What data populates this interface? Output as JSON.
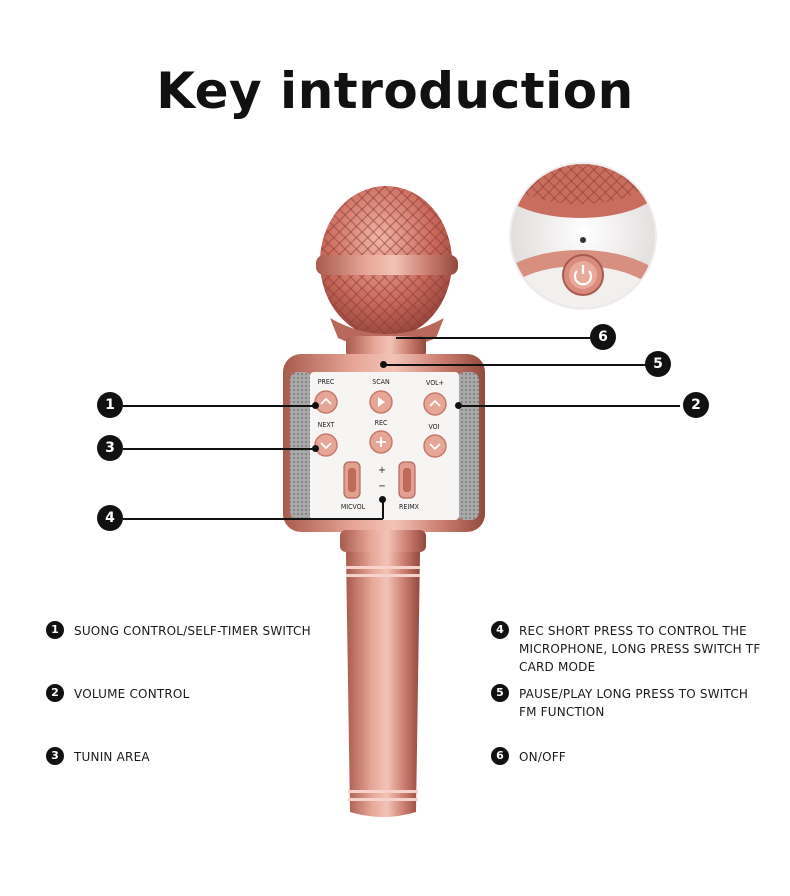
{
  "page": {
    "title": "Key introduction"
  },
  "callouts": [
    "1",
    "2",
    "3",
    "4",
    "5",
    "6"
  ],
  "button_labels": {
    "prec": "PREC",
    "scan": "SCAN",
    "vol_plus": "VOL+",
    "next": "NEXT",
    "rec": "REC",
    "vol_minus": "VOI",
    "micvol": "MICVOL",
    "reimx": "REIMX",
    "plus": "+",
    "minus": "−"
  },
  "legend": [
    {
      "num": "1",
      "text": "SUONG CONTROL/SELF-TIMER SWITCH"
    },
    {
      "num": "2",
      "text": "VOLUME CONTROL"
    },
    {
      "num": "3",
      "text": "TUNIN AREA"
    },
    {
      "num": "4",
      "text": "REC SHORT PRESS TO CONTROL THE MICROPHONE, LONG PRESS SWITCH TF CARD MODE"
    },
    {
      "num": "5",
      "text": "PAUSE/PLAY LONG PRESS TO SWITCH FM FUNCTION"
    },
    {
      "num": "6",
      "text": "ON/OFF"
    }
  ],
  "colors": {
    "rose_gold": "#d98b7e",
    "rose_dark": "#a85a4e",
    "speaker_grey": "#9a9a9a",
    "panel_white": "#f7f5f4",
    "text_black": "#111111"
  }
}
